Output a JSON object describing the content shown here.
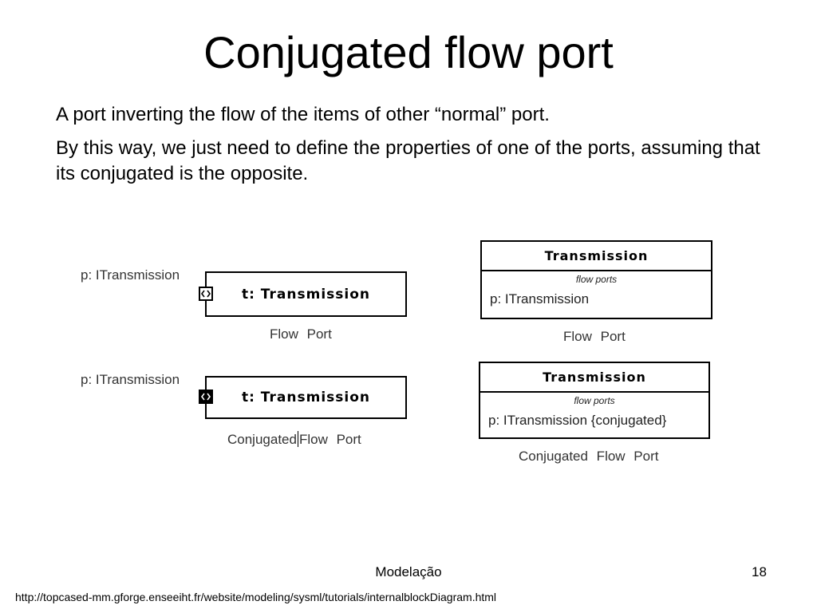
{
  "slide": {
    "title": "Conjugated flow port",
    "paragraphs": [
      "A port inverting the flow of the items of other “normal” port.",
      "By this way, we just need to define the properties of one of the ports, assuming that its conjugated is the opposite."
    ]
  },
  "diagram": {
    "flow_port_example": {
      "port_label": "p:  ITransmission",
      "part_label": "t:  Transmission",
      "port_icon": "flow-port-arrows-icon",
      "caption": "Flow  Port"
    },
    "conjugated_port_example": {
      "port_label": "p:  ITransmission",
      "part_label": "t:  Transmission",
      "port_icon": "conjugated-flow-port-icon",
      "caption_part1": "Conjugated",
      "caption_part2": "Flow  Port"
    },
    "flow_block": {
      "name": "Transmission",
      "compartment": "flow ports",
      "property": "p:  ITransmission",
      "caption": "Flow  Port"
    },
    "conjugated_block": {
      "name": "Transmission",
      "compartment": "flow ports",
      "property": "p:    ITransmission  {conjugated}",
      "caption": "Conjugated  Flow  Port"
    }
  },
  "footer": {
    "center": "Modelação",
    "page_number": "18",
    "url": "http://topcased-mm.gforge.enseeiht.fr/website/modeling/sysml/tutorials/internalblockDiagram.html"
  }
}
